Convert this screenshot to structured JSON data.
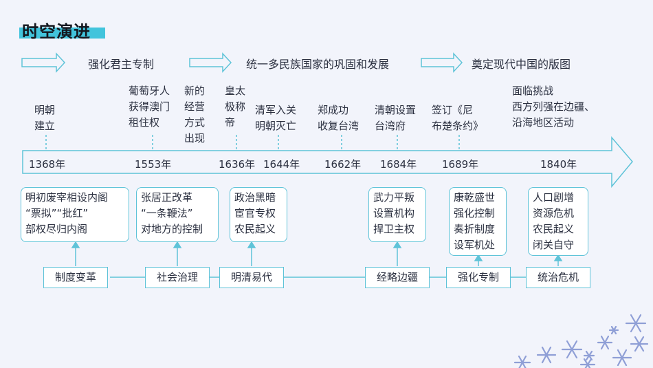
{
  "title": "时空演进",
  "stages": [
    "强化君主专制",
    "统一多民族国家的巩固和发展",
    "奠定现代中国的版图"
  ],
  "events": [
    {
      "lines": [
        "明朝",
        "建立"
      ]
    },
    {
      "lines": [
        "葡萄牙人",
        "获得澳门",
        "租住权"
      ]
    },
    {
      "lines": [
        "新的",
        "经营",
        "方式",
        "出现"
      ]
    },
    {
      "lines": [
        "皇太",
        "极称",
        "帝"
      ]
    },
    {
      "lines": [
        "清军入关",
        "明朝灭亡"
      ]
    },
    {
      "lines": [
        "郑成功",
        "收复台湾"
      ]
    },
    {
      "lines": [
        "清朝设置",
        "台湾府"
      ]
    },
    {
      "lines": [
        "签订《尼",
        "布楚条约》"
      ]
    },
    {
      "lines": [
        "面临挑战",
        "西方列强在边疆、",
        "沿海地区活动"
      ]
    }
  ],
  "years": [
    "1368年",
    "1553年",
    "1636年",
    "1644年",
    "1662年",
    "1684年",
    "1689年",
    "1840年"
  ],
  "boxes": [
    {
      "lines": [
        "明初废宰相设内阁",
        "“票拟”“批红”",
        "部权尽归内阁"
      ]
    },
    {
      "lines": [
        "张居正改革",
        "“一条鞭法”",
        "对地方的控制"
      ]
    },
    {
      "lines": [
        "政治黑暗",
        "宦官专权",
        "农民起义"
      ]
    },
    {
      "lines": [
        "武力平叛",
        "设置机构",
        "捍卫主权"
      ]
    },
    {
      "lines": [
        "康乾盛世",
        "强化控制",
        "奏折制度",
        "设军机处"
      ]
    },
    {
      "lines": [
        "人口剧增",
        "资源危机",
        "农民起义",
        "闭关自守"
      ]
    }
  ],
  "categories": [
    "制度变革",
    "社会治理",
    "明清易代",
    "经略边疆",
    "强化专制",
    "统治危机"
  ],
  "colors": {
    "accent": "#42c4dc",
    "line": "#5ec3d8",
    "text": "#2b3040",
    "snow": "#8f9fd6"
  }
}
